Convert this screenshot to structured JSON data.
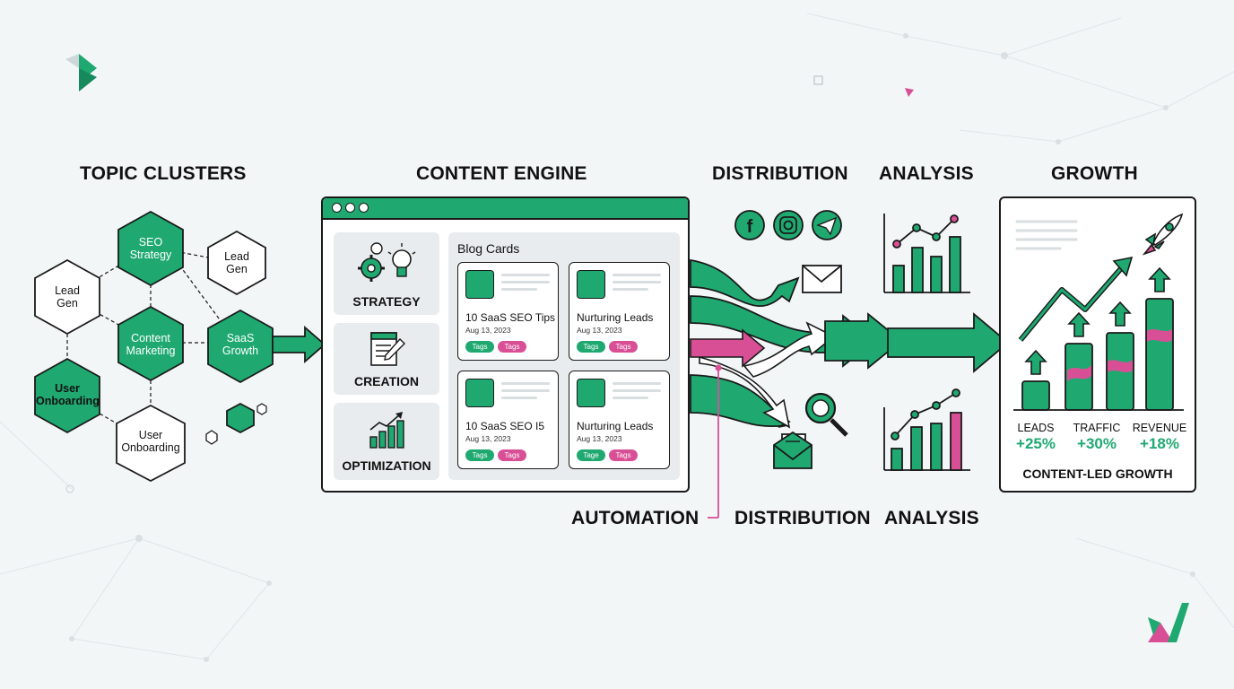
{
  "headings": {
    "topic_clusters": "TOPIC CLUSTERS",
    "content_engine": "CONTENT ENGINE",
    "distribution_top": "DISTRIBUTION",
    "analysis_top": "ANALYSIS",
    "growth": "GROWTH",
    "automation_bottom": "AUTOMATION",
    "distribution_bottom": "DISTRIBUTION",
    "analysis_bottom": "ANALYSIS"
  },
  "clusters": {
    "seo_strategy": "SEO Strategy",
    "lead_gen_right": "Lead Gen",
    "lead_gen_left": "Lead Gen",
    "content_marketing": "Content Marketing",
    "saas_growth": "SaaS Growth",
    "user_onboarding_left": "User Onboarding",
    "user_onboarding_bottom": "User Onboarding"
  },
  "engine": {
    "panels": {
      "strategy": "STRATEGY",
      "creation": "CREATION",
      "optimization": "OPTIMIZATION"
    },
    "blog_title": "Blog Cards",
    "cards": [
      {
        "title": "10 SaaS SEO Tips",
        "date": "Aug 13, 2023",
        "tag1": "Tags",
        "tag2": "Tags"
      },
      {
        "title": "Nurturing Leads",
        "date": "Aug 13, 2023",
        "tag1": "Tags",
        "tag2": "Tags"
      },
      {
        "title": "10 SaaS SEO I5",
        "date": "Aug 13, 2023",
        "tag1": "Tags",
        "tag2": "Tags"
      },
      {
        "title": "Nurturing Leads",
        "date": "Aug 13, 2023",
        "tag1": "Tage",
        "tag2": "Tags"
      }
    ]
  },
  "growth": {
    "metrics": [
      {
        "label": "LEADS",
        "value": "+25%"
      },
      {
        "label": "TRAFFIC",
        "value": "+30%"
      },
      {
        "label": "REVENUE",
        "value": "+18%"
      }
    ],
    "caption": "CONTENT-LED GROWTH"
  },
  "colors": {
    "green": "#1fa971",
    "pink": "#d94f96",
    "ink": "#1a1a1a"
  }
}
